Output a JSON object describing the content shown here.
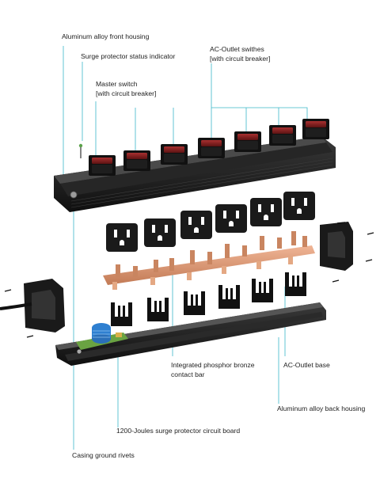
{
  "labels": {
    "front_housing": "Aluminum alloy front housing",
    "surge_indicator": "Surge protector status indicator",
    "master_switch_1": "Master switch",
    "master_switch_2": "[with circuit breaker]",
    "ac_switches_1": "AC-Outlet swithes",
    "ac_switches_2": "[with circuit breaker]",
    "contact_bar_1": "Integrated phosphor bronze",
    "contact_bar_2": "contact bar",
    "outlet_base": "AC-Outlet base",
    "surge_board": "1200-Joules surge protector circuit board",
    "back_housing": "Aluminum alloy back housing",
    "ground_rivets": "Casing ground rivets"
  },
  "colors": {
    "leader": "#3bb6c9",
    "housing": "#1b1b1b",
    "switch_red": "#8a1d1d",
    "copper": "#d7926e",
    "coil": "#2e7fd0",
    "board": "#6aa342"
  }
}
